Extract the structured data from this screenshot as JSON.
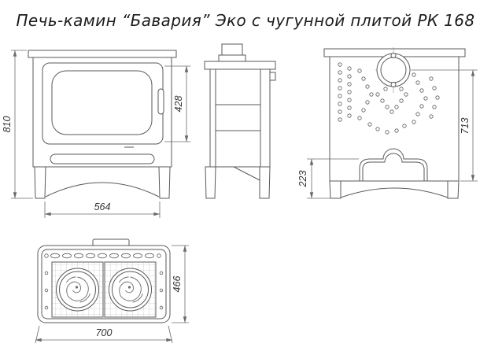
{
  "title": "Печь-камин “Бавария” Эко с чугунной плитой РК 168",
  "dimensions": {
    "front_overall_height": "810",
    "front_door_height": "428",
    "front_width": "564",
    "back_flue_center_height": "713",
    "back_niche_height": "223",
    "top_depth": "466",
    "top_width": "700"
  }
}
